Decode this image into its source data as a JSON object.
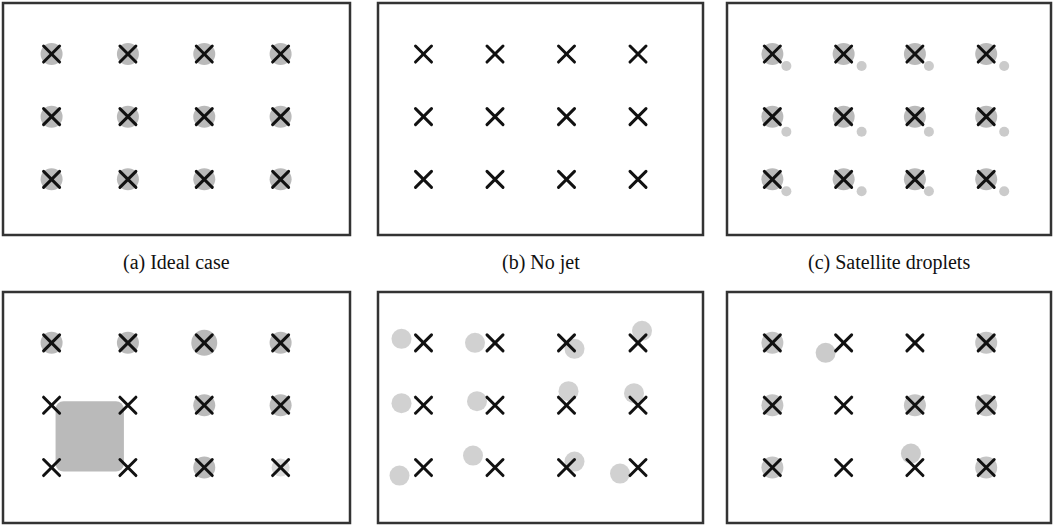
{
  "diagram": {
    "labels": [
      "(a) Ideal case",
      "(b) No jet",
      "(c) Satellite droplets"
    ]
  }
}
